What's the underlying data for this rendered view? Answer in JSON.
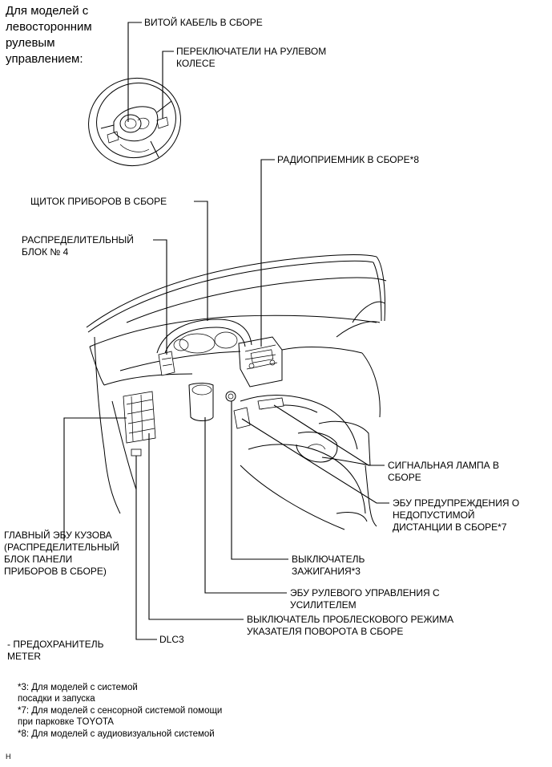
{
  "heading": "Для моделей с\nлевосторонним\nрулевым\nуправлением:",
  "labels": {
    "spiral_cable": "ВИТОЙ КАБЕЛЬ В СБОРЕ",
    "steering_switches": "ПЕРЕКЛЮЧАТЕЛИ НА РУЛЕВОМ\nКОЛЕСЕ",
    "radio": "РАДИОПРИЕМНИК В СБОРЕ*8",
    "combination_meter": "ЩИТОК ПРИБОРОВ В СБОРЕ",
    "junction_block_4": "РАСПРЕДЕЛИТЕЛЬНЫЙ\nБЛОК № 4",
    "signal_lamp": "СИГНАЛЬНАЯ ЛАМПА В\nСБОРЕ",
    "clearance_warning_ecu": "ЭБУ ПРЕДУПРЕЖДЕНИЯ О\nНЕДОПУСТИМОЙ\nДИСТАНЦИИ В СБОРЕ*7",
    "main_body_ecu": "ГЛАВНЫЙ ЭБУ КУЗОВА\n(РАСПРЕДЕЛИТЕЛЬНЫЙ\nБЛОК ПАНЕЛИ\nПРИБОРОВ В СБОРЕ)",
    "ignition_switch": "ВЫКЛЮЧАТЕЛЬ\nЗАЖИГАНИЯ*3",
    "power_steering_ecu": "ЭБУ РУЛЕВОГО УПРАВЛЕНИЯ С\nУСИЛИТЕЛЕМ",
    "hazard_switch": "ВЫКЛЮЧАТЕЛЬ ПРОБЛЕСКОВОГО РЕЖИМА\nУКАЗАТЕЛЯ ПОВОРОТА В СБОРЕ",
    "dlc3": "DLC3",
    "fuse": "- ПРЕДОХРАНИТЕЛЬ\nMETER"
  },
  "footnotes": {
    "note3": "*3: Для моделей с системой\nпосадки и запуска",
    "note7": "*7: Для моделей с сенсорной системой помощи\nпри парковке TOYOTA",
    "note8": "*8: Для моделей с аудиовизуальной системой"
  },
  "corner_mark": "H"
}
